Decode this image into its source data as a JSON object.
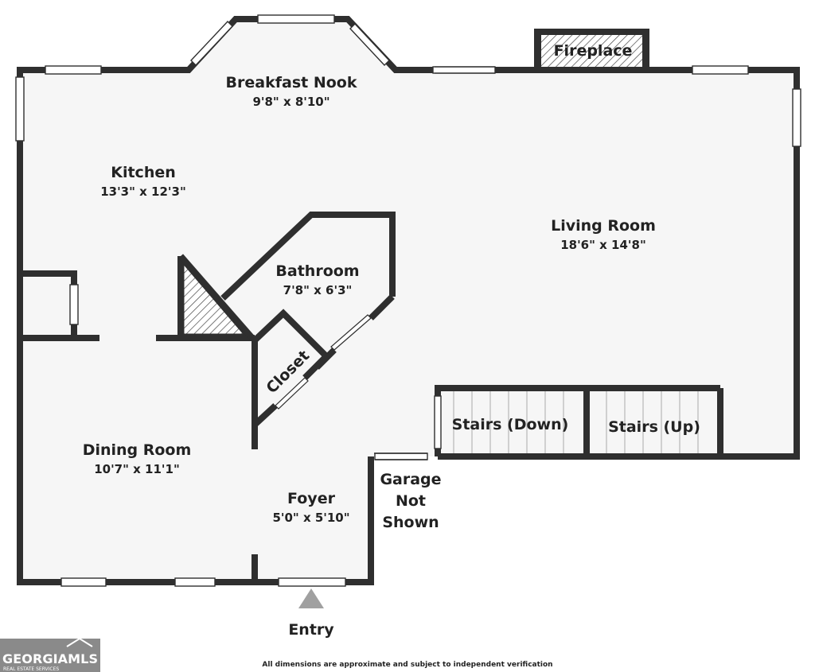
{
  "rooms": {
    "breakfast_nook": {
      "name": "Breakfast Nook",
      "dims": "9'8\" x 8'10\""
    },
    "kitchen": {
      "name": "Kitchen",
      "dims": "13'3\" x 12'3\""
    },
    "living_room": {
      "name": "Living Room",
      "dims": "18'6\" x 14'8\""
    },
    "bathroom": {
      "name": "Bathroom",
      "dims": "7'8\" x 6'3\""
    },
    "dining_room": {
      "name": "Dining Room",
      "dims": "10'7\" x 11'1\""
    },
    "foyer": {
      "name": "Foyer",
      "dims": "5'0\" x 5'10\""
    }
  },
  "labels": {
    "fireplace": "Fireplace",
    "closet": "Closet",
    "stairs_down": "Stairs (Down)",
    "stairs_up": "Stairs (Up)",
    "garage_line1": "Garage",
    "garage_line2": "Not",
    "garage_line3": "Shown",
    "entry": "Entry"
  },
  "footer": {
    "disclaimer": "All dimensions are approximate and subject to independent verification"
  },
  "logo": {
    "brand": "GEORGIAMLS",
    "tagline": "REAL ESTATE SERVICES"
  },
  "colors": {
    "wall": "#2f2f2f",
    "floor": "#f6f6f6",
    "logo_bg": "#8a8a8a"
  }
}
